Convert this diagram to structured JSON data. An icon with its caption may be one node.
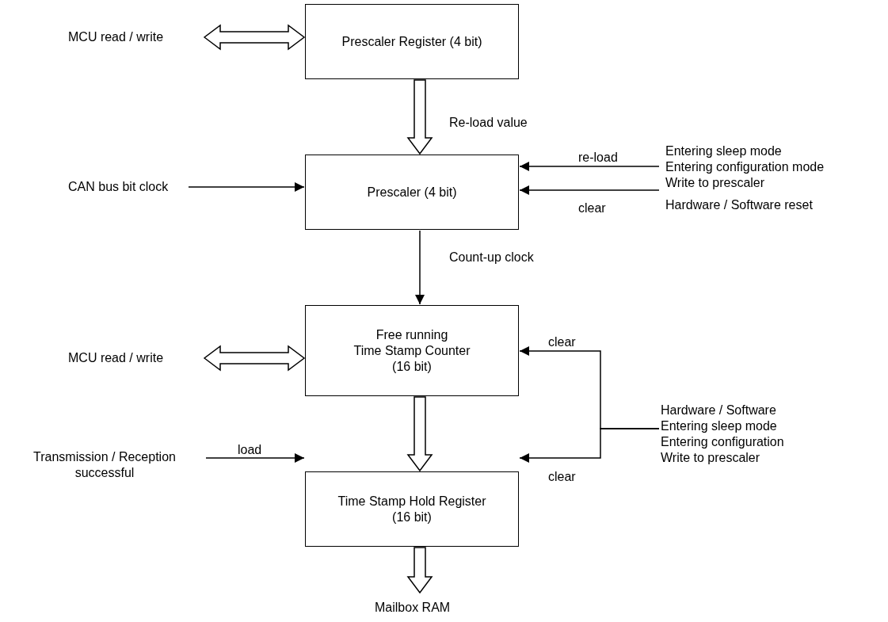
{
  "diagram": {
    "nodes": [
      {
        "text": [
          "Prescaler Register (4 bit)"
        ]
      },
      {
        "text": [
          "Prescaler (4 bit)"
        ]
      },
      {
        "text": [
          "Free running",
          "Time Stamp Counter",
          "(16 bit)"
        ]
      },
      {
        "text": [
          "Time Stamp Hold Register",
          "(16 bit)"
        ]
      },
      {
        "text": [
          "MCU read / write"
        ]
      },
      {
        "text": [
          "CAN bus bit clock"
        ]
      },
      {
        "text": [
          "Entering sleep mode",
          "Entering configuration mode",
          "Write to prescaler"
        ]
      },
      {
        "text": [
          "Hardware / Software reset"
        ]
      },
      {
        "text": [
          "MCU read / write"
        ]
      },
      {
        "text": [
          "Hardware / Software",
          "Entering sleep mode",
          "Entering configuration",
          "Write to prescaler"
        ]
      },
      {
        "text": [
          "Transmission / Reception successful"
        ]
      },
      {
        "text": [
          "Mailbox RAM"
        ]
      }
    ],
    "edges": [
      {
        "from": 4,
        "to": 0,
        "arrow": "both",
        "style": "thick"
      },
      {
        "from": 0,
        "to": 1,
        "arrow": "to",
        "style": "thick",
        "label": "Re-load value"
      },
      {
        "from": 5,
        "to": 1,
        "arrow": "to"
      },
      {
        "from": 6,
        "to": 1,
        "arrow": "to",
        "label": "re-load"
      },
      {
        "from": 7,
        "to": 1,
        "arrow": "to",
        "label": "clear"
      },
      {
        "from": 1,
        "to": 2,
        "arrow": "to",
        "label": "Count-up clock"
      },
      {
        "from": 8,
        "to": 2,
        "arrow": "both",
        "style": "thick"
      },
      {
        "from": 9,
        "to": 2,
        "arrow": "to",
        "label": "clear"
      },
      {
        "from": 9,
        "to": 3,
        "arrow": "to",
        "label": "clear"
      },
      {
        "from": 2,
        "to": 3,
        "arrow": "to",
        "style": "thick"
      },
      {
        "from": 10,
        "to": 3,
        "arrow": "to",
        "label": "load"
      },
      {
        "from": 3,
        "to": 11,
        "arrow": "to",
        "style": "thick"
      }
    ]
  }
}
